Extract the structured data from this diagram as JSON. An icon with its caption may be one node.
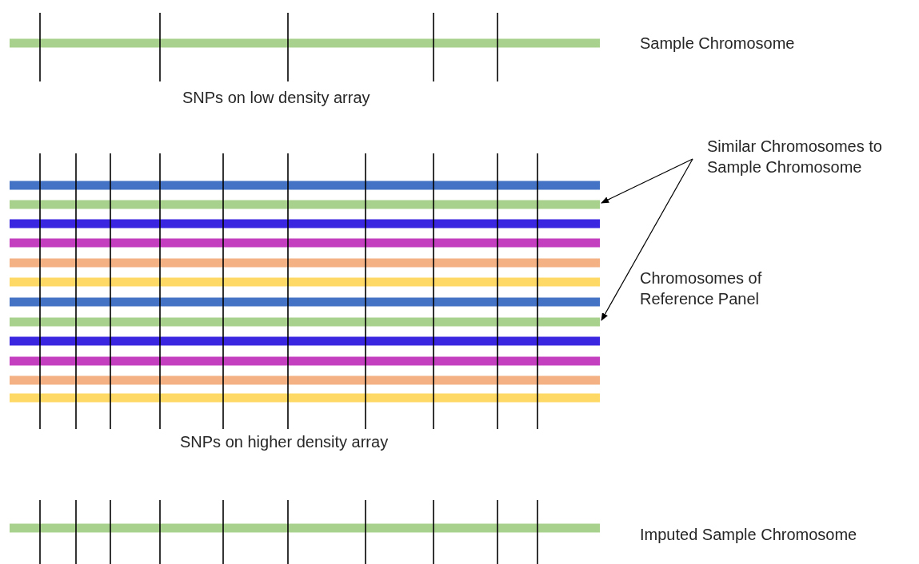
{
  "diagram": {
    "nodes": [
      {
        "text": [
          "Similar Chromosomes to Sample Chromosome"
        ]
      },
      {
        "text": [],
        "shape": "bar"
      },
      {
        "text": [],
        "shape": "bar"
      }
    ],
    "edges": [
      {
        "from": 0,
        "to": 1,
        "arrow": "to"
      },
      {
        "from": 0,
        "to": 2,
        "arrow": "to"
      }
    ],
    "labels": [
      "Sample Chromosome",
      "SNPs on low density array",
      "Chromosomes of Reference Panel",
      "SNPs on higher density array",
      "Imputed Sample Chromosome"
    ]
  }
}
